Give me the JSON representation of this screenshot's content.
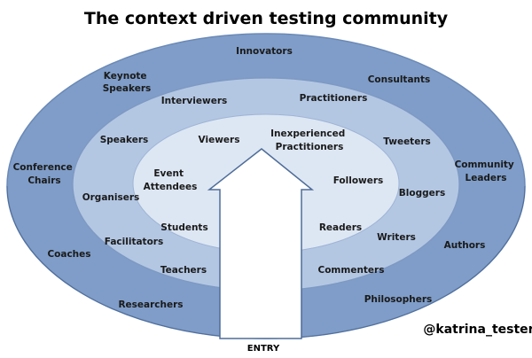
{
  "title": "The context driven testing community",
  "handle": "@katrina_tester",
  "entry_label": "ENTRY",
  "colors": {
    "outer_ring": "#7f9dc8",
    "middle_ring": "#b3c7e3",
    "inner_ring": "#dde7f3",
    "arrow_fill": "#ffffff",
    "arrow_stroke": "#4f6d99"
  },
  "rings": {
    "outer": [
      "Innovators",
      "Keynote Speakers",
      "Consultants",
      "Conference Chairs",
      "Community Leaders",
      "Coaches",
      "Authors",
      "Researchers",
      "Philosophers"
    ],
    "middle": [
      "Interviewers",
      "Practitioners",
      "Speakers",
      "Tweeters",
      "Organisers",
      "Bloggers",
      "Facilitators",
      "Writers",
      "Teachers",
      "Commenters"
    ],
    "inner": [
      "Viewers",
      "Inexperienced Practitioners",
      "Event Attendees",
      "Followers",
      "Students",
      "Readers"
    ]
  }
}
